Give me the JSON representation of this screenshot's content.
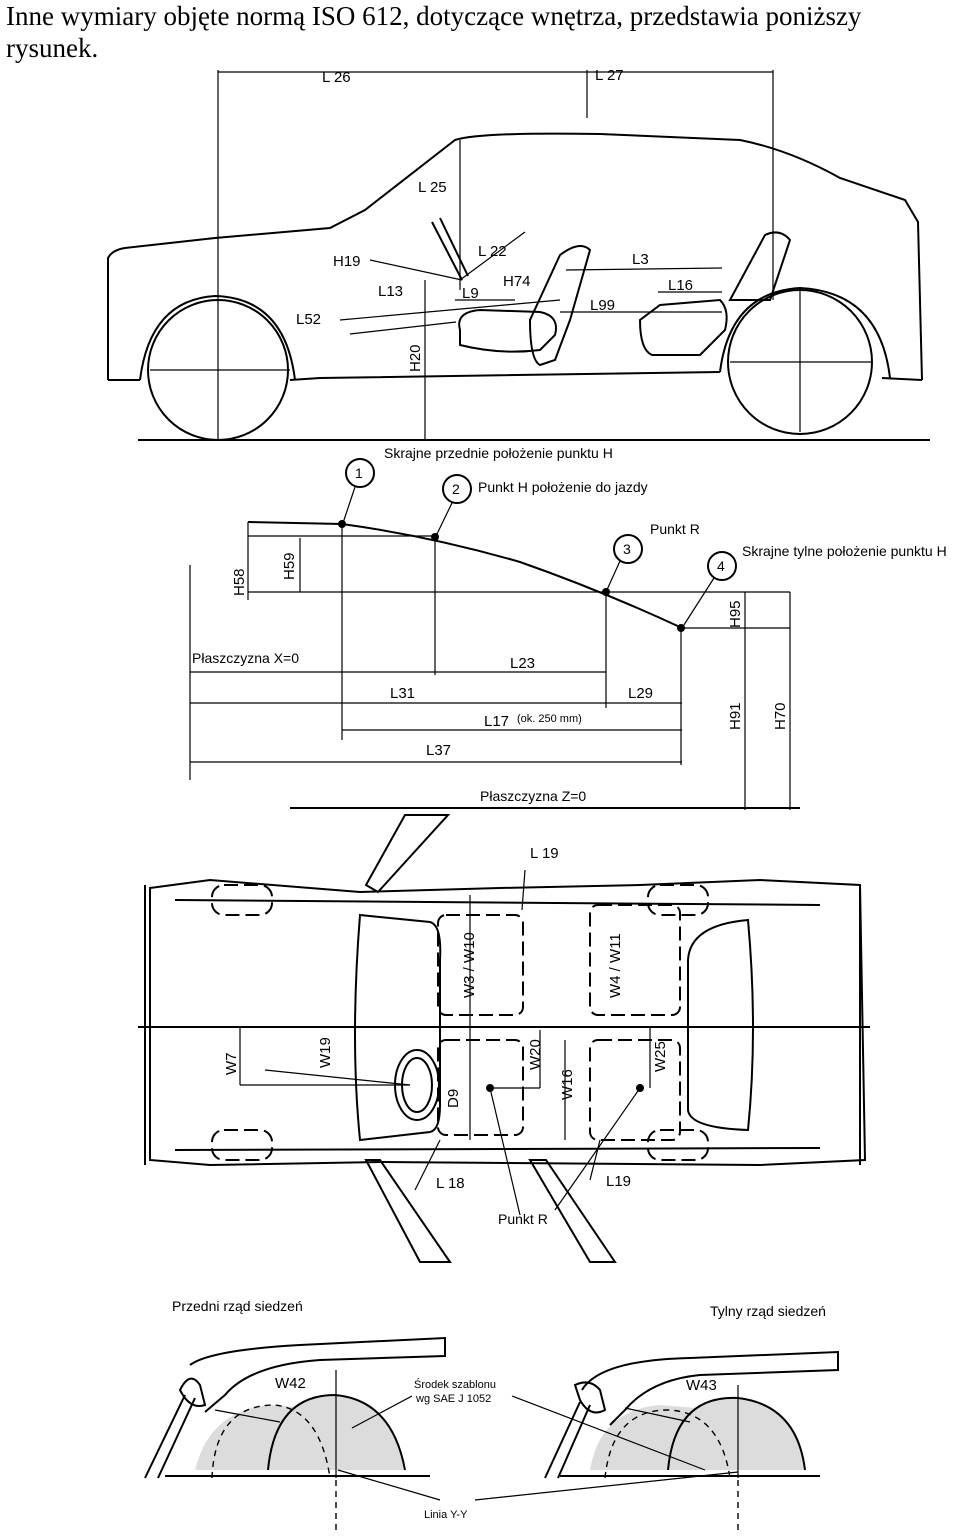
{
  "caption": "Inne wymiary objęte normą ISO 612, dotyczące wnętrza, przedstawia poniższy rysunek.",
  "side_view": {
    "labels": [
      "L 26",
      "L 27",
      "L 25",
      "H19",
      "L 22",
      "H74",
      "L13",
      "L9",
      "L3",
      "L16",
      "L99",
      "L52",
      "H20"
    ]
  },
  "h_point_diagram": {
    "title_front": "Skrajne przednie położenie punktu H",
    "title_drive": "Punkt H położenie do jazdy",
    "title_r": "Punkt R",
    "title_rear": "Skrajne tylne położenie punktu H",
    "markers": [
      "1",
      "2",
      "3",
      "4"
    ],
    "plane_x": "Płaszczyzna X=0",
    "plane_z": "Płaszczyzna Z=0",
    "dims": [
      "H58",
      "H59",
      "H95",
      "H91",
      "H70",
      "L23",
      "L31",
      "L29",
      "L17",
      "L37"
    ],
    "l17_note": "(ok. 250 mm)"
  },
  "top_view": {
    "labels": [
      "L 19",
      "W3 / W10",
      "W4 / W11",
      "W7",
      "W19",
      "D9",
      "W20",
      "W16",
      "W25",
      "L 18",
      "L19"
    ],
    "punkt_r": "Punkt R"
  },
  "seat_rows": {
    "front_title": "Przedni rząd siedzeń",
    "rear_title": "Tylny rząd siedzeń",
    "w42": "W42",
    "w43": "W43",
    "template_center_1": "Środek szablonu",
    "template_center_2": "wg SAE J 1052",
    "line_yy": "Linia Y-Y"
  }
}
